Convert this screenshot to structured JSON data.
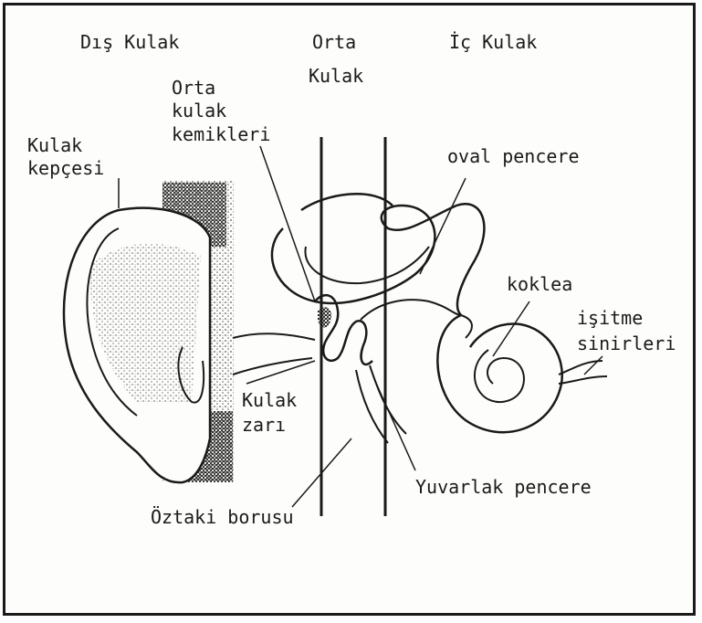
{
  "labels": {
    "dis_kulak": "Dış Kulak",
    "orta_kulak_line1": "Orta",
    "orta_kulak_line2": "Kulak",
    "ic_kulak": "İç Kulak",
    "kemikler_line1": "Orta",
    "kemikler_line2": "kulak",
    "kemikler_line3": "kemikleri",
    "kepce_line1": "Kulak",
    "kepce_line2": "kepçesi",
    "oval_pencere": "oval pencere",
    "koklea": "koklea",
    "sinir_line1": "işitme",
    "sinir_line2": "sinirleri",
    "zar_line1": "Kulak",
    "zar_line2": "zarı",
    "yuvarlak_pencere": "Yuvarlak pencere",
    "ostaki": "Öztaki borusu"
  },
  "colors": {
    "ink": "#1a1a1a",
    "stipple": "#333333",
    "paper": "#fdfdfb"
  }
}
